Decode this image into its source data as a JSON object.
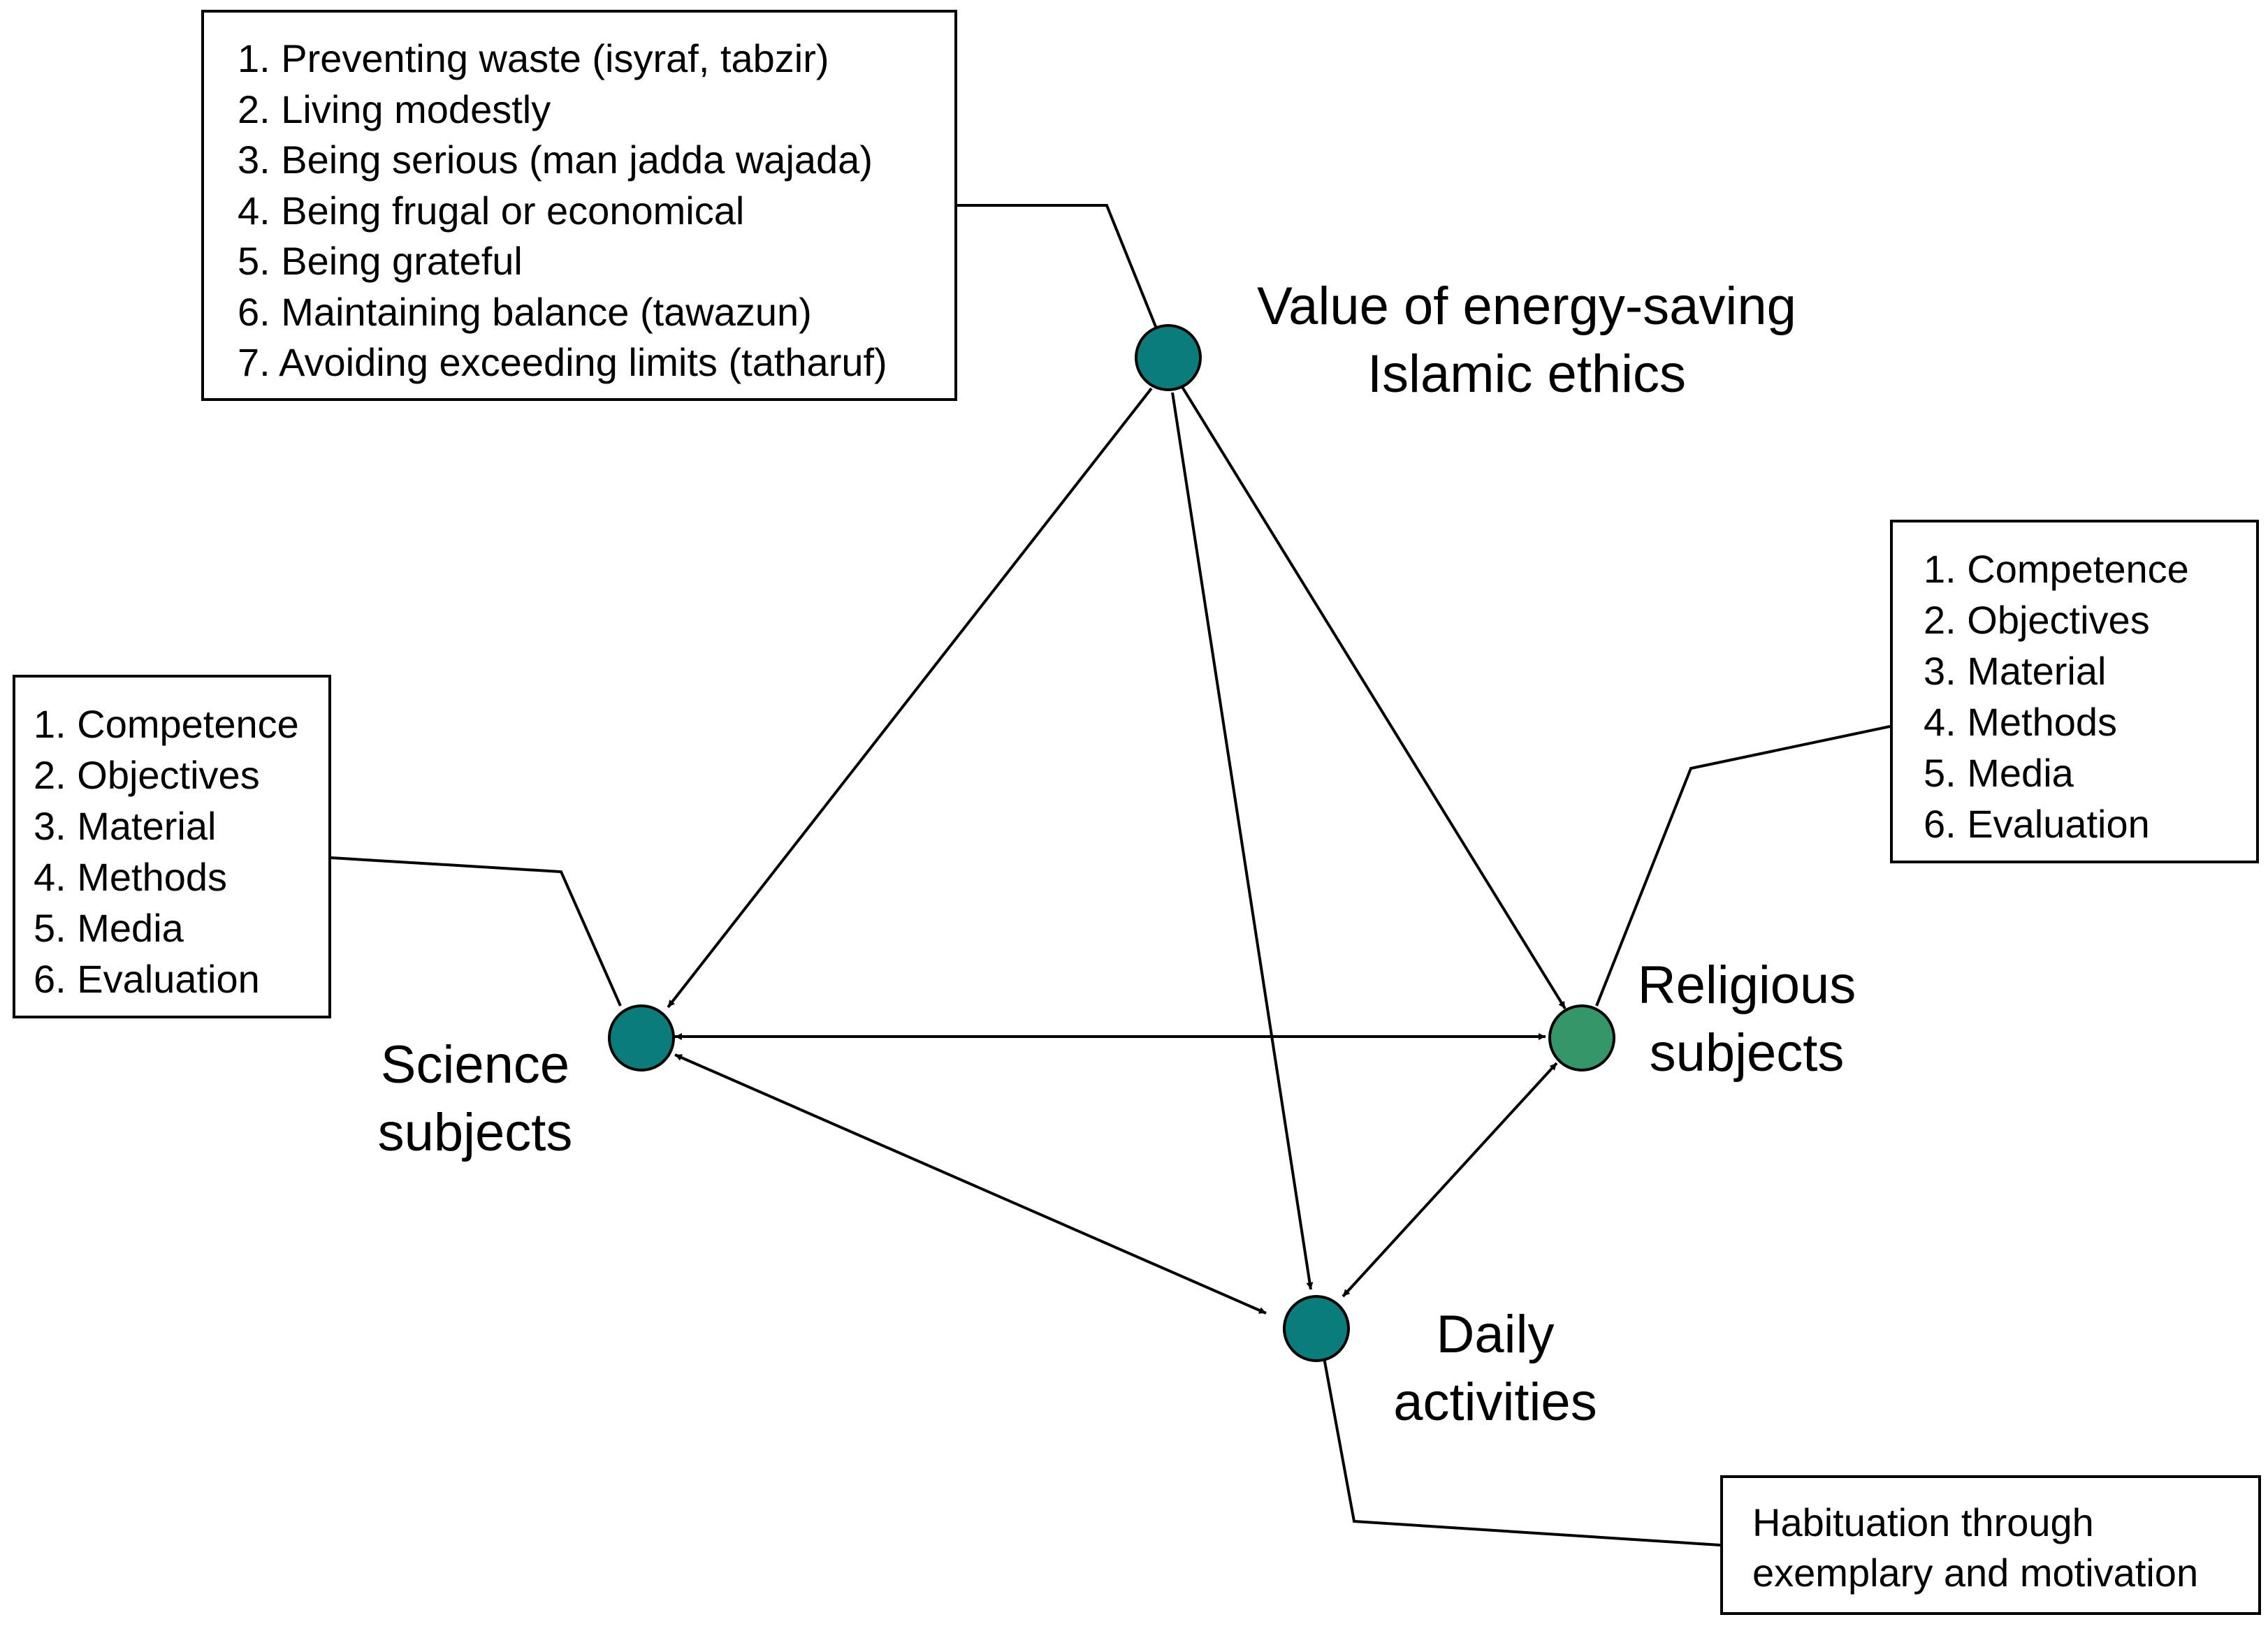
{
  "boxes": {
    "ethics": {
      "items": [
        "1. Preventing waste  (isyraf, tabzir)",
        "2. Living modestly",
        "3. Being serious (man jadda wajada)",
        "4. Being frugal or economical",
        "5. Being grateful",
        "6. Maintaining balance (tawazun)",
        "7. Avoiding exceeding limits (tatharuf)"
      ]
    },
    "science": {
      "items": [
        "1. Competence",
        "2. Objectives",
        "3. Material",
        "4. Methods",
        "5. Media",
        "6. Evaluation"
      ]
    },
    "religious": {
      "items": [
        "1. Competence",
        "2. Objectives",
        "3. Material",
        "4. Methods",
        "5. Media",
        "6. Evaluation"
      ]
    },
    "daily": {
      "lines": [
        "Habituation through",
        "exemplary and motivation"
      ]
    }
  },
  "nodes": {
    "ethics": {
      "label_lines": [
        "Value of energy-saving",
        "Islamic ethics"
      ],
      "color": "#0b7c7c"
    },
    "science": {
      "label_lines": [
        "Science",
        "subjects"
      ],
      "color": "#0b7c7c"
    },
    "religious": {
      "label_lines": [
        "Religious",
        "subjects"
      ],
      "color": "#35966a"
    },
    "daily": {
      "label_lines": [
        "Daily",
        "activities"
      ],
      "color": "#0b7c7c"
    }
  },
  "colors": {
    "line": "#000000",
    "node_stroke": "#000000"
  }
}
